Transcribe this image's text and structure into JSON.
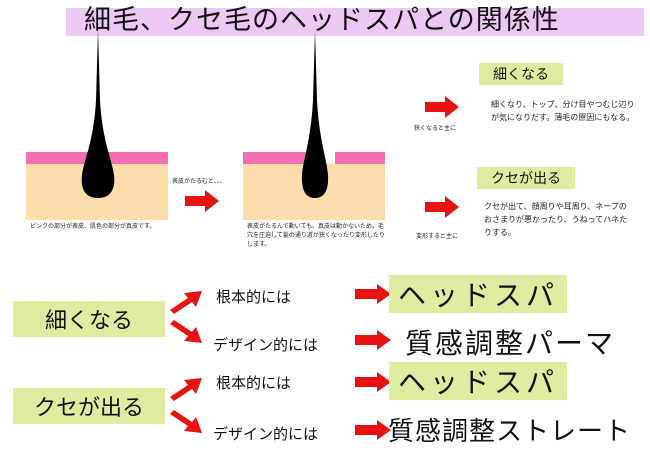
{
  "title": "細毛、クセ毛のヘッドスパとの関係性",
  "diagram": {
    "left_caption": "ピンクの部分が表皮、肌色の部分が真皮です。",
    "middle_arrow_text": "表皮がたるむと、、、",
    "right_caption": "表皮がたるんで動いても、真皮は動かないため。毛穴を圧迫して髪の通り道が狭くなったり変形したりします。"
  },
  "results": [
    {
      "condition": "狭くなると主に",
      "label": "細くなる",
      "desc": "細くなり、トップ、分け目やつむじ辺りが気になりだす。薄毛の原因にもなる。"
    },
    {
      "condition": "変形すると主に",
      "label": "クセが出る",
      "desc": "クセが出て、顔周りや耳周り、ネープのおさまりが悪かったり、うねってハネたりする。"
    }
  ],
  "solutions": [
    {
      "problem": "細くなる",
      "root_label": "根本的には",
      "root_solution": "ヘッドスパ",
      "design_label": "デザイン的には",
      "design_solution": "質感調整パーマ"
    },
    {
      "problem": "クセが出る",
      "root_label": "根本的には",
      "root_solution": "ヘッドスパ",
      "design_label": "デザイン的には",
      "design_solution": "質感調整ストレート"
    }
  ],
  "colors": {
    "epidermis": "#f46eb2",
    "dermis": "#fbdcab",
    "label_box": "#dfeba0",
    "title_bar": "#ecc9f2",
    "arrow": "#e81212",
    "hair": "#000000"
  }
}
